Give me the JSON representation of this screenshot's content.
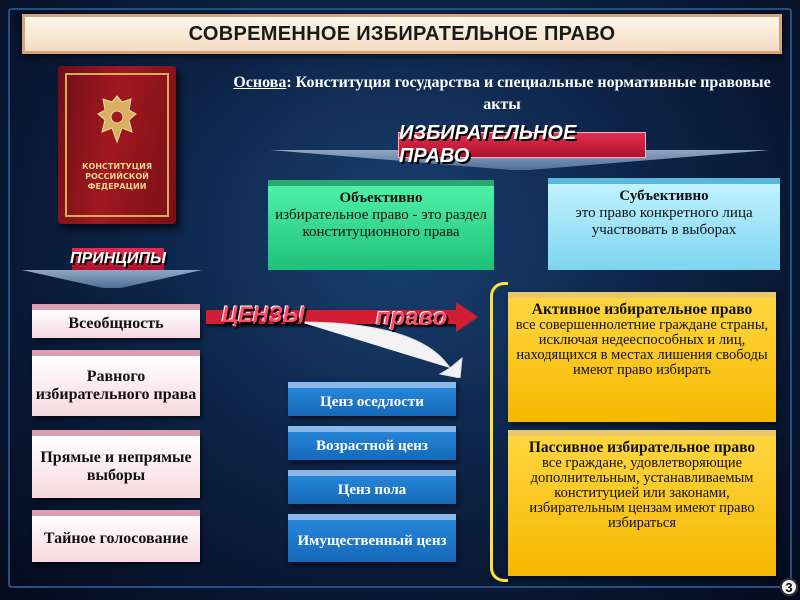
{
  "title": "СОВРЕМЕННОЕ ИЗБИРАТЕЛЬНОЕ ПРАВО",
  "basis": {
    "label": "Основа",
    "text": ": Конституция государства и специальные нормативные правовые акты"
  },
  "book": {
    "line1": "КОНСТИТУЦИЯ",
    "line2": "РОССИЙСКОЙ",
    "line3": "ФЕДЕРАЦИИ",
    "emblem": "coat-of-arms-icon"
  },
  "right_header": "ИЗБИРАТЕЛЬНОЕ ПРАВО",
  "objective": {
    "title": "Объективно",
    "text": "избирательное право - это раздел конституционного права"
  },
  "subjective": {
    "title": "Субъективно",
    "text": "это право конкретного лица участвовать в выборах"
  },
  "principles_header": "ПРИНЦИПЫ",
  "principles": [
    "Всеобщность",
    "Равного избирательного права",
    "Прямые и непрямые выборы",
    "Тайное голосование"
  ],
  "cens_label": "ЦЕНЗЫ",
  "pravo_label": "право",
  "censes": [
    "Ценз оседлости",
    "Возрастной ценз",
    "Ценз пола",
    "Имущественный ценз"
  ],
  "active": {
    "title": "Активное избирательное право",
    "text": "все совершеннолетние граждане страны, исключая недееспособных и лиц, находящихся в местах лишения свободы имеют право избирать"
  },
  "passive": {
    "title": "Пассивное избирательное право",
    "text": "все граждане, удовлетворяющие дополнительным, устанавливаемым конституцией или законами, избирательным цензам имеют право избираться"
  },
  "page_number": "3",
  "colors": {
    "accent_red": "#d41c34",
    "green": "#1ec07a",
    "cyan": "#7fd4f0",
    "yellow": "#f6b800",
    "blue": "#1668b8"
  }
}
